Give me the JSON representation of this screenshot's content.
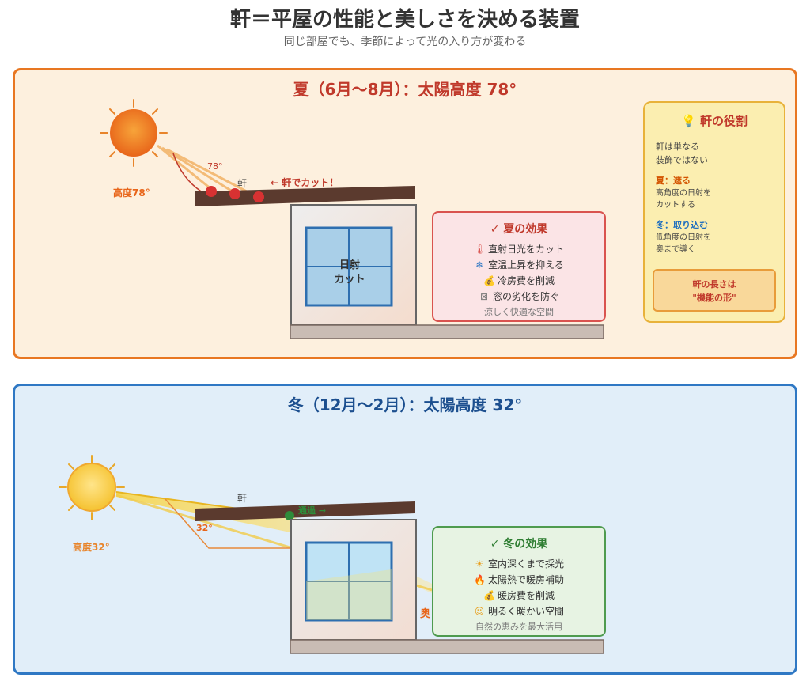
{
  "header": {
    "title": "軒＝平屋の性能と美しさを決める装置",
    "subtitle": "同じ部屋でも、季節によって光の入り方が変わる"
  },
  "summer": {
    "title": "夏（6月〜8月）：太陽高度 78°",
    "sun_label": "高度78°",
    "angle_label": "78°",
    "eave_label": "軒",
    "cut_label": "← 軒でカット！",
    "window_label_1": "日射",
    "window_label_2": "カット",
    "effects": {
      "title": "✓ 夏の効果",
      "items": [
        {
          "icon": "thermometer-icon",
          "text": "直射日光をカット"
        },
        {
          "icon": "snowflake-icon",
          "text": "室温上昇を抑える"
        },
        {
          "icon": "money-bag-icon",
          "text": "冷房費を削減"
        },
        {
          "icon": "window-icon",
          "text": "窓の劣化を防ぐ"
        }
      ],
      "note": "涼しく快適な空間"
    }
  },
  "winter": {
    "title": "冬（12月〜2月）：太陽高度 32°",
    "sun_label": "高度32°",
    "angle_label": "32°",
    "eave_label": "軒",
    "pass_label": "通過 →",
    "deep_label": "奥",
    "effects": {
      "title": "✓ 冬の効果",
      "items": [
        {
          "icon": "sun-icon",
          "text": "室内深くまで採光"
        },
        {
          "icon": "flame-icon",
          "text": "太陽熱で暖房補助"
        },
        {
          "icon": "money-bag-icon",
          "text": "暖房費を削減"
        },
        {
          "icon": "smile-icon",
          "text": "明るく暖かい空間"
        }
      ],
      "note": "自然の恵みを最大活用"
    }
  },
  "role": {
    "title": "軒の役割",
    "intro": "軒は単なる\n装飾ではない",
    "summer_head": "夏：遮る",
    "summer_text": "高角度の日射を\nカットする",
    "winter_head": "冬：取り込む",
    "winter_text": "低角度の日射を\n奥まで導く",
    "box_line1": "軒の長さは",
    "box_line2": "\"機能の形\""
  },
  "colors": {
    "summer_border": "#e87722",
    "summer_bg": "#fdf0de",
    "winter_border": "#2f78c4",
    "winter_bg": "#e1eef9",
    "roof": "#5b3a2e",
    "window_frame": "#2e6fb0"
  }
}
